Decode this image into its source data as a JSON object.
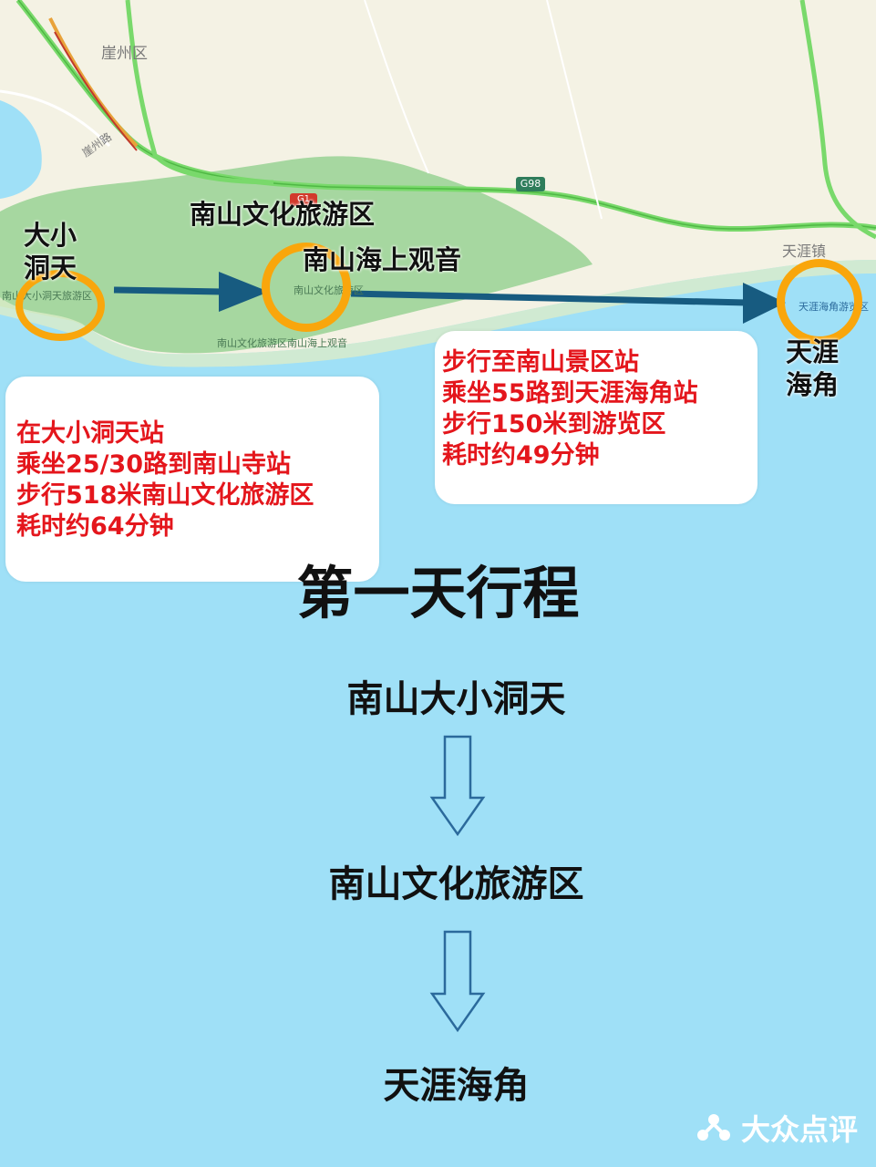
{
  "map": {
    "district_label": "崖州区",
    "road_label": "崖州路",
    "highway_badge": "G98",
    "highway_badge_small": "G1",
    "town_label": "天涯镇",
    "poi_dadong": "南山大小洞天旅游区",
    "poi_nanshan": "南山文化旅游区",
    "poi_nanshan_sub": "南山文化旅游区南山海上观音",
    "poi_tianya": "天涯海角游览区",
    "colors": {
      "sea": "#9fe0f7",
      "land": "#f4f2e4",
      "park": "#a6d7a0",
      "road": "#79d96b",
      "route_arrow": "#175b80",
      "ring": "#f9a60c"
    }
  },
  "labels": {
    "dadong": "大小\n洞天",
    "nanshan_culture": "南山文化旅游区",
    "nanshan_guanyin": "南山海上观音",
    "tianya": "天涯\n海角"
  },
  "card_left": {
    "lines": [
      "在大小洞天站",
      "乘坐25/30路到南山寺站",
      "步行518米南山文化旅游区",
      "耗时约64分钟"
    ]
  },
  "card_right": {
    "lines": [
      "步行至南山景区站",
      "乘坐55路到天涯海角站",
      "步行150米到游览区",
      "耗时约49分钟"
    ]
  },
  "itinerary": {
    "title": "第一天行程",
    "steps": [
      "南山大小洞天",
      "南山文化旅游区",
      "天涯海角"
    ]
  },
  "watermark": {
    "text": "大众点评",
    "icon": "dianping-logo-icon"
  }
}
